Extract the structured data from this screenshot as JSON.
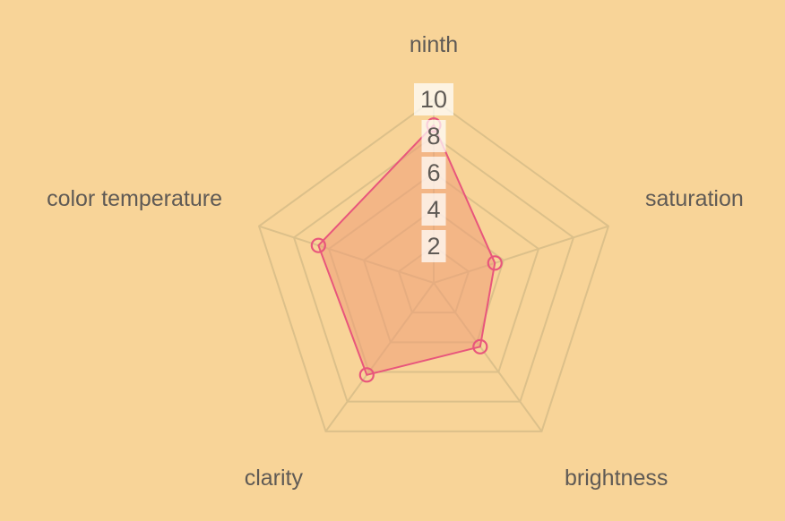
{
  "chart_data": {
    "type": "radar",
    "indicators": [
      "ninth",
      "saturation",
      "brightness",
      "clarity",
      "color temperature"
    ],
    "max": 10,
    "ticks": [
      2,
      4,
      6,
      8,
      10
    ],
    "series": [
      {
        "values": [
          8.6,
          3.5,
          4.3,
          6.2,
          6.6
        ]
      }
    ],
    "colors": {
      "background": "#f8d498",
      "grid": "#dcc08a",
      "line": "#e8567c",
      "area": "#ee9c78"
    }
  }
}
